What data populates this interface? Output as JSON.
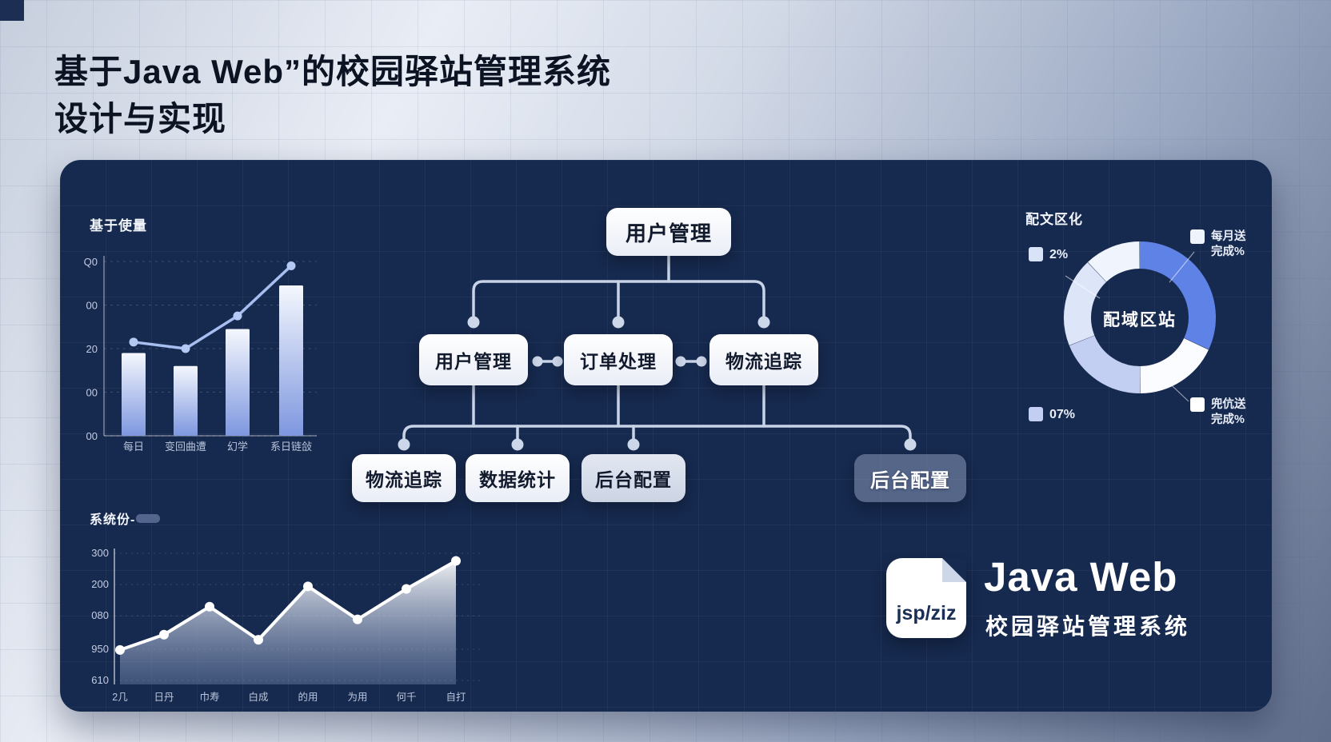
{
  "header": {
    "title_line1": "基于Java Web”的校园驿站管理系统",
    "title_line2": "设计与实现"
  },
  "flowchart": {
    "root": "用户管理",
    "level2": [
      "用户管理",
      "订单处理",
      "物流追踪"
    ],
    "level3": [
      "物流追踪",
      "数据统计",
      "后台配置",
      "后台配置"
    ]
  },
  "bar_chart": {
    "title": "基于使量"
  },
  "donut_chart": {
    "title": "配文区化",
    "center_label": "配域区站",
    "legend_tl": {
      "label": "2%"
    },
    "legend_bl": {
      "label": "07%"
    },
    "legend_tr": {
      "line1": "每月送",
      "line2": "完成%"
    },
    "legend_br": {
      "line1": "兜伉送",
      "line2": "完成%"
    }
  },
  "line_chart": {
    "title": "系统份-"
  },
  "brand": {
    "badge": "jsp/ziz",
    "name": "Java Web",
    "subtitle": "校园驿站管理系统"
  },
  "chart_data": [
    {
      "type": "bar",
      "title": "基于使量",
      "categories": [
        "每日",
        "变回曲遭",
        "幻学",
        "系日链敆"
      ],
      "series": [
        {
          "name": "bars",
          "type": "bar",
          "values": [
            38,
            32,
            49,
            69
          ]
        },
        {
          "name": "trend",
          "type": "line",
          "values": [
            43,
            40,
            55,
            78
          ]
        }
      ],
      "ylim": [
        0,
        80
      ],
      "ytick_labels": [
        "Q0",
        "00",
        "20",
        "00",
        "00"
      ],
      "grid": true,
      "bar_color_top": "#f4f7fd",
      "bar_color_bottom": "#7e97df",
      "line_color": "#a6bef0"
    },
    {
      "type": "pie",
      "title": "配文区化",
      "center_label": "配域区站",
      "slices": [
        {
          "label": "每月送 完成%",
          "value": 32,
          "color": "#5f82e6"
        },
        {
          "label": "兜伉送 完成%",
          "value": 18,
          "color": "#fafcff"
        },
        {
          "label": "07%",
          "value": 19,
          "color": "#c2cff2"
        },
        {
          "label": "2%",
          "value": 19,
          "color": "#dde6f8"
        },
        {
          "label": "",
          "value": 12,
          "color": "#f0f4fd"
        }
      ],
      "donut": true,
      "legend_position": "sides"
    },
    {
      "type": "area",
      "title": "系统份-",
      "x_labels": [
        "2几",
        "日丹",
        "巾寿",
        "白成",
        "的用",
        "为用",
        "何千",
        "自打"
      ],
      "values": [
        110,
        140,
        195,
        130,
        235,
        170,
        230,
        285
      ],
      "ylim": [
        50,
        300
      ],
      "ytick_labels": [
        "300",
        "200",
        "080",
        "950",
        "610"
      ],
      "grid": true,
      "line_color": "#ffffff"
    }
  ]
}
